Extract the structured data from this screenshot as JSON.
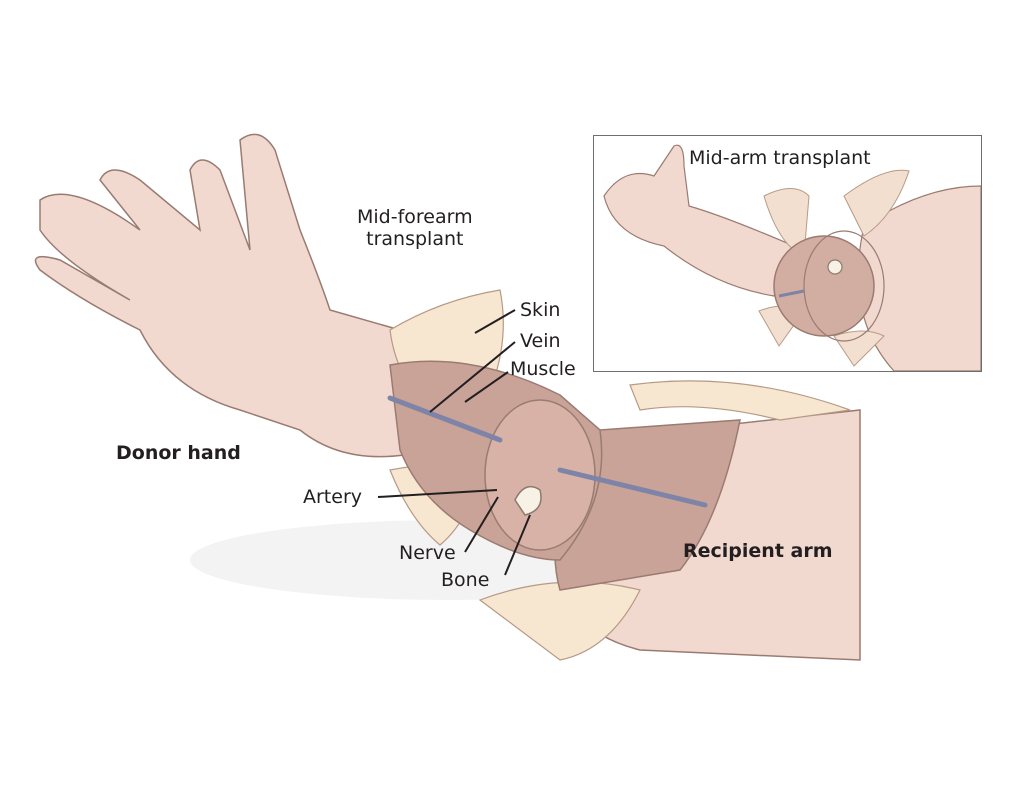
{
  "figure": {
    "main_title": "Mid-forearm transplant",
    "main_title_lines": [
      "Mid-forearm",
      "transplant"
    ],
    "donor_label": "Donor hand",
    "recipient_label": "Recipient arm",
    "structure_labels": {
      "skin": "Skin",
      "vein": "Vein",
      "muscle": "Muscle",
      "artery": "Artery",
      "nerve": "Nerve",
      "bone": "Bone"
    },
    "inset": {
      "title": "Mid-arm transplant"
    }
  },
  "colors": {
    "skin": "#f1d9cf",
    "skin_flap": "#f7e6d0",
    "muscle": "#c9a397",
    "muscle_dark": "#a87f74",
    "vein": "#7d84a8",
    "outline": "#9a7b72",
    "text": "#231f20"
  }
}
